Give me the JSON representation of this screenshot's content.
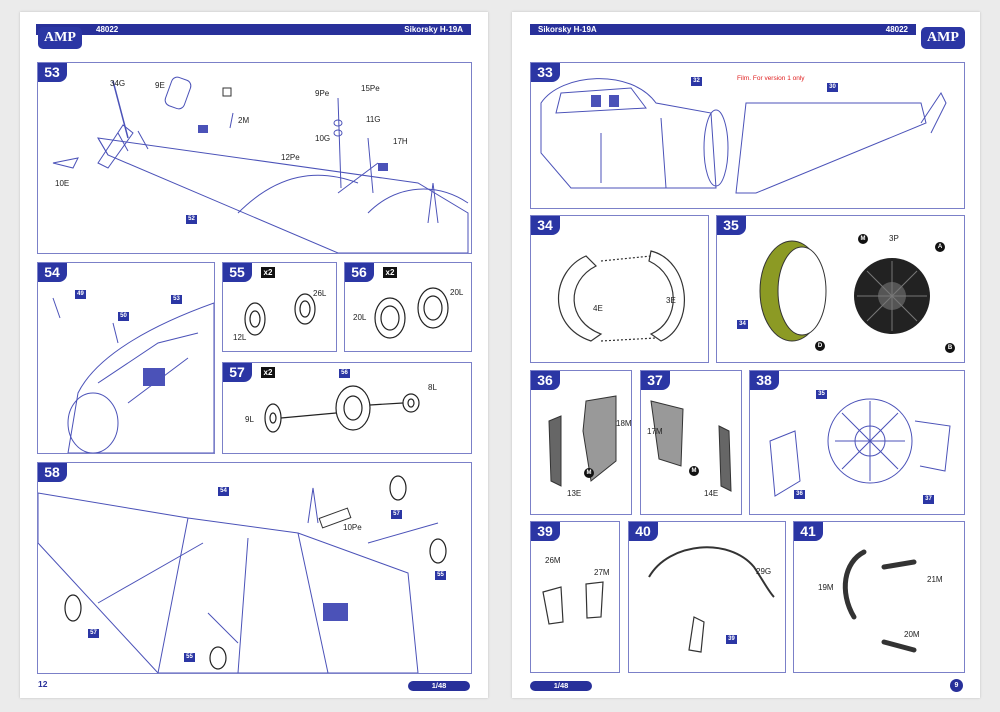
{
  "left": {
    "brand": "AMP",
    "kit_number": "48022",
    "title": "Sikorsky H-19A",
    "page_number": "12",
    "scale": "1/48"
  },
  "right": {
    "brand": "AMP",
    "kit_number": "48022",
    "title": "Sikorsky H-19A",
    "page_number": "9",
    "scale": "1/48"
  },
  "steps": {
    "s53": {
      "no": "53",
      "labels": [
        "34G",
        "9E",
        "2M",
        "10E",
        "9Pe",
        "15Pe",
        "11G",
        "10G",
        "17H",
        "12Pe"
      ],
      "refs": [
        "52"
      ]
    },
    "s54": {
      "no": "54",
      "refs": [
        "49",
        "50",
        "53"
      ]
    },
    "s55": {
      "no": "55",
      "qty": "x2",
      "labels": [
        "26L",
        "12L"
      ]
    },
    "s56": {
      "no": "56",
      "qty": "x2",
      "labels": [
        "20L",
        "20L"
      ]
    },
    "s57": {
      "no": "57",
      "qty": "x2",
      "labels": [
        "8L",
        "9L"
      ],
      "refs": [
        "56"
      ]
    },
    "s58": {
      "no": "58",
      "labels": [
        "10Pe"
      ],
      "refs": [
        "54",
        "57",
        "55",
        "57",
        "55"
      ]
    },
    "s33": {
      "no": "33",
      "note": "Film. For version 1 only",
      "refs": [
        "32",
        "30"
      ]
    },
    "s34": {
      "no": "34",
      "labels": [
        "4E",
        "3E"
      ]
    },
    "s35": {
      "no": "35",
      "labels": [
        "3P"
      ],
      "refs": [
        "34"
      ],
      "callouts": [
        "M",
        "A",
        "D",
        "B"
      ]
    },
    "s36": {
      "no": "36",
      "labels": [
        "18M",
        "13E"
      ],
      "callouts": [
        "M"
      ]
    },
    "s37": {
      "no": "37",
      "labels": [
        "17M",
        "14E"
      ],
      "callouts": [
        "M"
      ]
    },
    "s38": {
      "no": "38",
      "refs": [
        "35",
        "36",
        "37"
      ]
    },
    "s39": {
      "no": "39",
      "labels": [
        "26M",
        "27M"
      ]
    },
    "s40": {
      "no": "40",
      "labels": [
        "29G"
      ],
      "refs": [
        "39"
      ]
    },
    "s41": {
      "no": "41",
      "labels": [
        "19M",
        "21M",
        "20M"
      ]
    }
  },
  "colors": {
    "brand_blue": "#2b36a4",
    "header_blue": "#28309a",
    "line_art": "#4b52b8",
    "film_olive": "#8c9a24",
    "note_red": "#e02020"
  }
}
